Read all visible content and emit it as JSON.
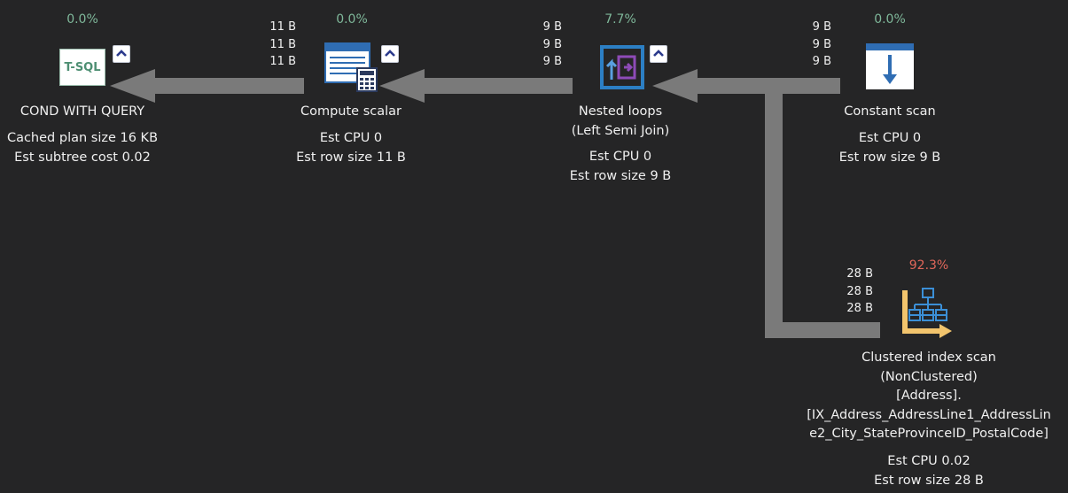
{
  "nodes": {
    "cond": {
      "pct": "0.0%",
      "icon_text": "T-SQL",
      "label": "COND WITH QUERY",
      "stats": [
        "Cached plan size  16 KB",
        "Est subtree cost  0.02"
      ]
    },
    "compute": {
      "pct": "0.0%",
      "rows": [
        "11 B",
        "11 B",
        "11 B"
      ],
      "label": "Compute scalar",
      "stats": [
        "Est CPU  0",
        "Est row size  11 B"
      ]
    },
    "nested": {
      "pct": "7.7%",
      "rows": [
        "9 B",
        "9 B",
        "9 B"
      ],
      "label_lines": [
        "Nested loops",
        "(Left Semi Join)"
      ],
      "stats": [
        "Est CPU  0",
        "Est row size  9 B"
      ]
    },
    "constant": {
      "pct": "0.0%",
      "rows": [
        "9 B",
        "9 B",
        "9 B"
      ],
      "label": "Constant scan",
      "stats": [
        "Est CPU  0",
        "Est row size  9 B"
      ]
    },
    "clustered": {
      "pct": "92.3%",
      "rows": [
        "28 B",
        "28 B",
        "28 B"
      ],
      "label_lines": [
        "Clustered index scan",
        "(NonClustered)",
        "[Address].",
        "[IX_Address_AddressLine1_AddressLin",
        "e2_City_StateProvinceID_PostalCode]"
      ],
      "stats": [
        "Est CPU  0.02",
        "Est row size  28 B"
      ]
    }
  },
  "colors": {
    "background": "#252526",
    "arrow": "#7a7a7a",
    "cost_low": "#7fb89a",
    "cost_high": "#e2675a"
  }
}
